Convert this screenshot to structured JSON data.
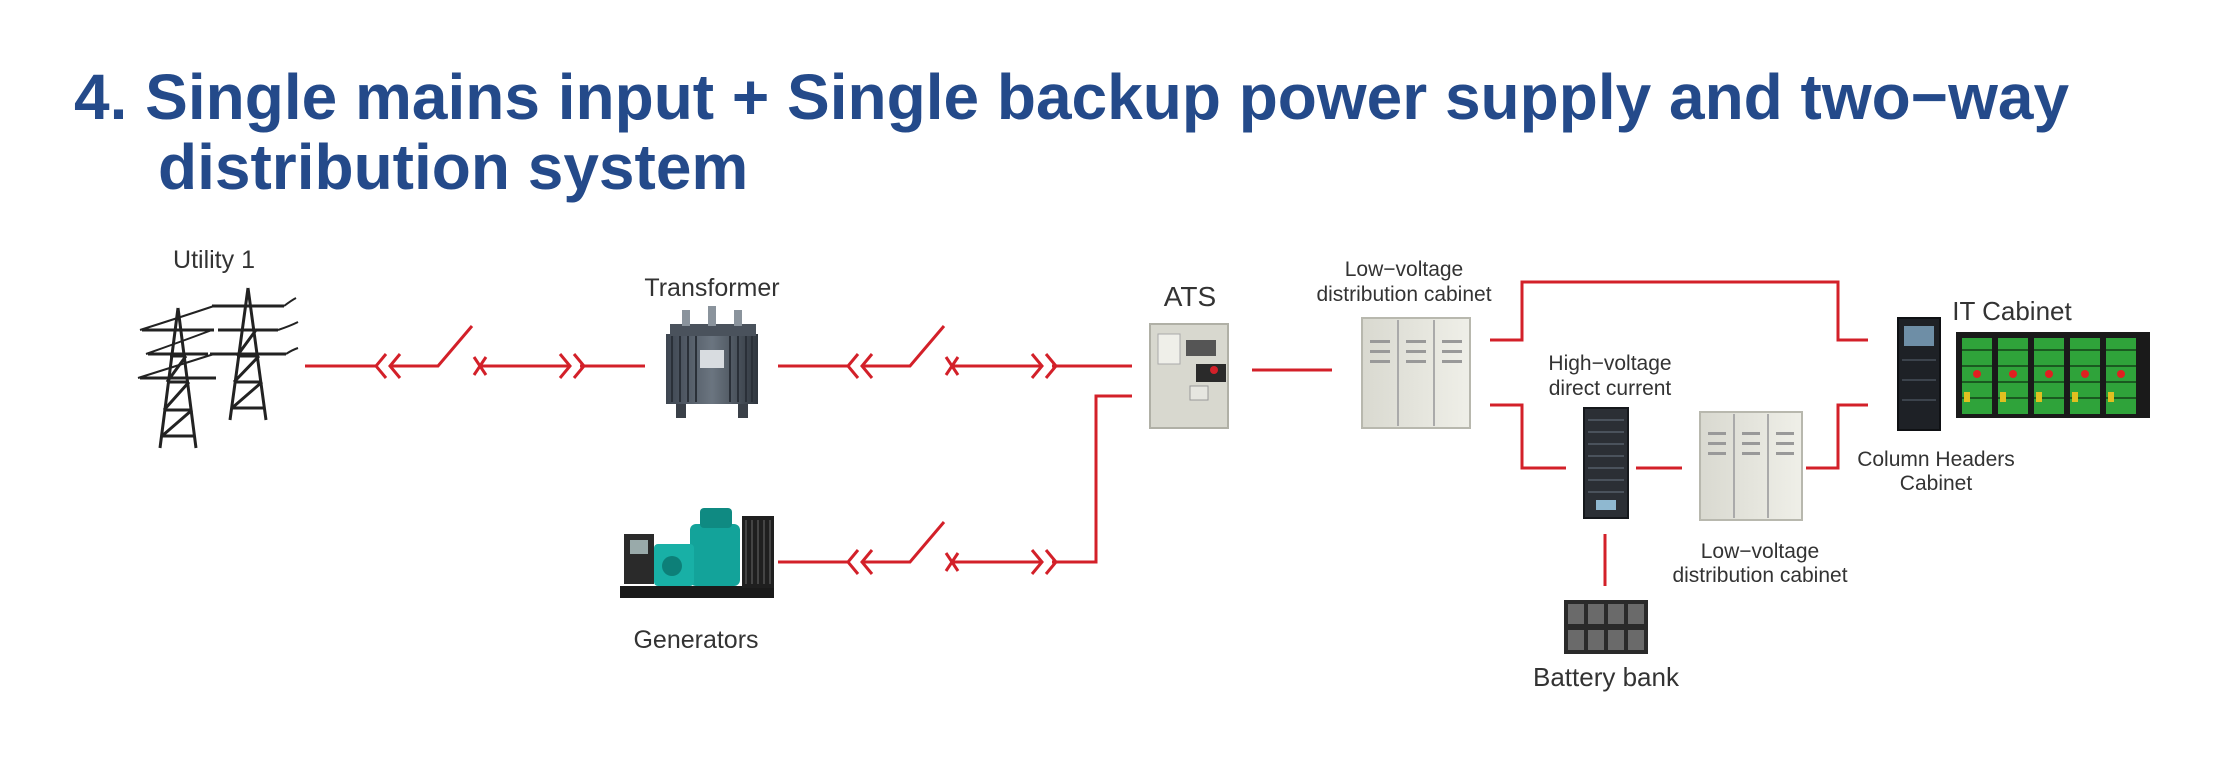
{
  "title": {
    "line1": "4. Single mains input + Single backup power supply and two−way",
    "line2": "distribution system"
  },
  "labels": {
    "utility": "Utility 1",
    "transformer": "Transformer",
    "ats": "ATS",
    "generators": "Generators",
    "lv_cabinet_1_line1": "Low−voltage",
    "lv_cabinet_1_line2": "distribution cabinet",
    "hvdc_line1": "High−voltage",
    "hvdc_line2": "direct current",
    "lv_cabinet_2_line1": "Low−voltage",
    "lv_cabinet_2_line2": "distribution cabinet",
    "column_headers_line1": "Column Headers",
    "column_headers_line2": "Cabinet",
    "it_cabinet": "IT Cabinet",
    "battery_bank": "Battery bank"
  },
  "colors": {
    "title": "#244a8a",
    "line": "#d32029",
    "label": "#333333"
  }
}
